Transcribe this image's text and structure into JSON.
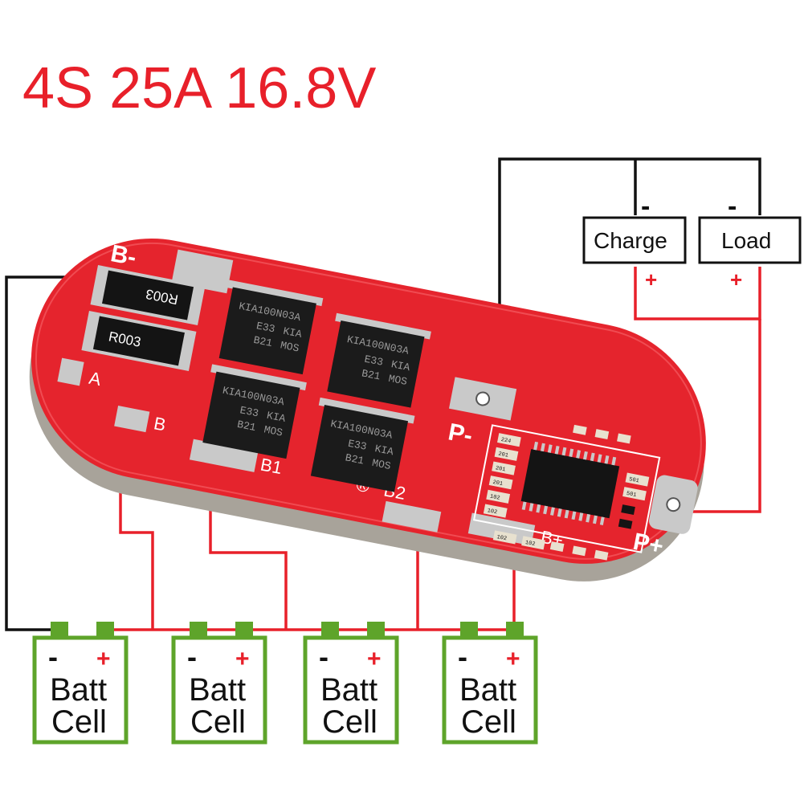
{
  "title": "4S 25A 16.8V",
  "colors": {
    "title": "#e8202a",
    "pcb": "#e5242d",
    "pcb_edge": "#a8a39a",
    "wire_red": "#e8202a",
    "wire_black": "#111111",
    "cell_green": "#5ea42a",
    "mosfet": "#1b1b1b",
    "pad": "#c9c9c9"
  },
  "terminals": {
    "charge": {
      "label": "Charge",
      "minus": "-",
      "plus": "+"
    },
    "load": {
      "label": "Load",
      "minus": "-",
      "plus": "+"
    }
  },
  "pcb": {
    "pads": {
      "b_minus": "B-",
      "a": "A",
      "b": "B",
      "b1": "B1",
      "b2": "B2",
      "p_minus": "P-",
      "p_plus": "P+",
      "b_plus": "B+",
      "reg_mark": "®"
    },
    "resistors": [
      "R003",
      "R003"
    ],
    "mosfets": [
      {
        "line1": "KIA",
        "line2": "MOS",
        "line3": "E33",
        "line4": "B21",
        "line5": "KIA100N03A"
      },
      {
        "line1": "KIA",
        "line2": "MOS",
        "line3": "E33",
        "line4": "B21",
        "line5": "KIA100N03A"
      },
      {
        "line1": "KIA",
        "line2": "MOS",
        "line3": "E33",
        "line4": "B21",
        "line5": "KIA100N03A"
      },
      {
        "line1": "KIA",
        "line2": "MOS",
        "line3": "E33",
        "line4": "B21",
        "line5": "KIA100N03A"
      }
    ],
    "smd_codes": [
      "224",
      "201",
      "201",
      "201",
      "102",
      "102",
      "102",
      "102",
      "501",
      "501"
    ]
  },
  "cells": [
    {
      "line1": "Batt",
      "line2": "Cell",
      "minus": "-",
      "plus": "+"
    },
    {
      "line1": "Batt",
      "line2": "Cell",
      "minus": "-",
      "plus": "+"
    },
    {
      "line1": "Batt",
      "line2": "Cell",
      "minus": "-",
      "plus": "+"
    },
    {
      "line1": "Batt",
      "line2": "Cell",
      "minus": "-",
      "plus": "+"
    }
  ]
}
